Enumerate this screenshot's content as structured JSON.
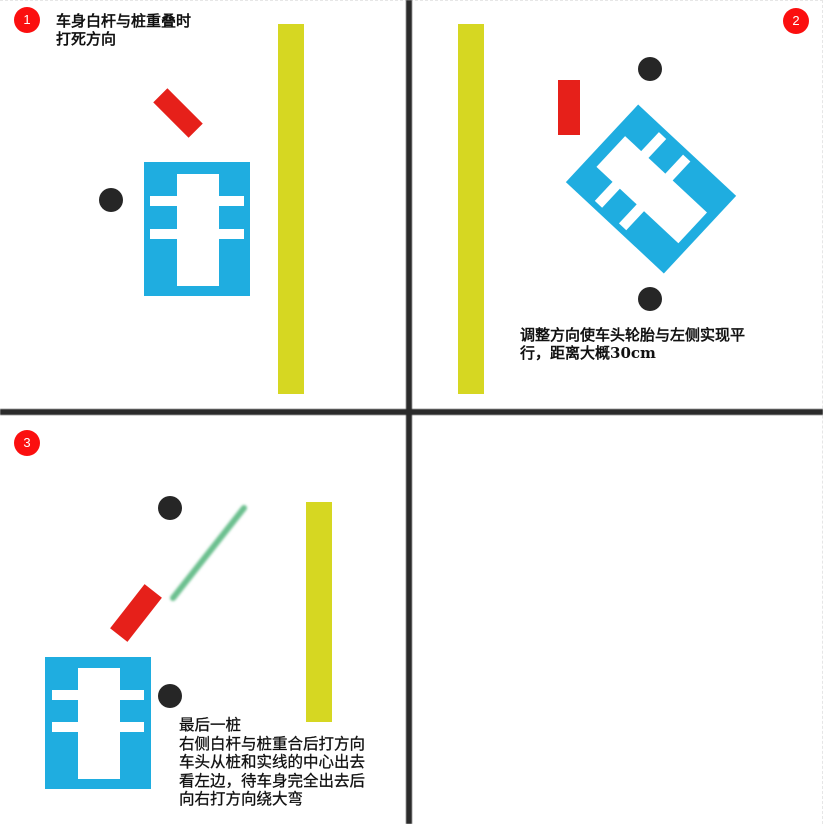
{
  "colors": {
    "car_body": "#1fade0",
    "car_window": "#ffffff",
    "yellow_line": "#d6d722",
    "red_bar": "#e6201a",
    "green_guide": "#6cc08f",
    "pile": "#262626",
    "divider": "#2b2b2b",
    "badge": "#fb0f0f"
  },
  "panels": [
    {
      "step": "1",
      "note": "车身白杆与桩重叠时\n打死方向"
    },
    {
      "step": "2",
      "note": "调整方向使车头轮胎与左侧实现平\n行，距离大概30cm"
    },
    {
      "step": "3",
      "note": "最后一桩\n右侧白杆与桩重合后打方向\n车头从桩和实线的中心出去\n看左边，待车身完全出去后\n向右打方向绕大弯"
    },
    {
      "step": "",
      "note": ""
    }
  ]
}
